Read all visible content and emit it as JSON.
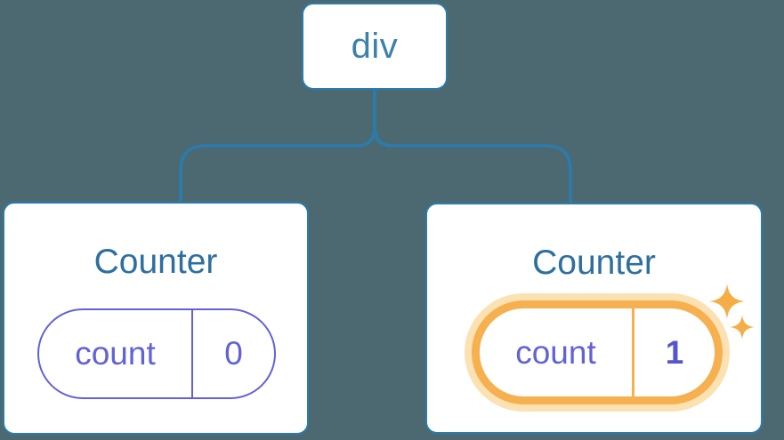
{
  "canvas": {
    "background": "#4C6972"
  },
  "colors": {
    "line_blue": "#2B7BAD",
    "card_background": "#FFFFFF",
    "root_label_blue": "#3D80AC",
    "title_blue": "#2D6F9F",
    "state_purple": "#6262D8",
    "value_purple_bold": "#5655CE",
    "highlight_orange": "#F6B04F",
    "highlight_glow": "#FCE1B2",
    "sparkle_orange": "#F5AD45"
  },
  "tree": {
    "root": {
      "label": "div"
    },
    "children": [
      {
        "title": "Counter",
        "state": {
          "key": "count",
          "value": "0"
        },
        "highlighted": false
      },
      {
        "title": "Counter",
        "state": {
          "key": "count",
          "value": "1"
        },
        "highlighted": true
      }
    ]
  },
  "icons": {
    "sparkles": "four-point-stars"
  }
}
